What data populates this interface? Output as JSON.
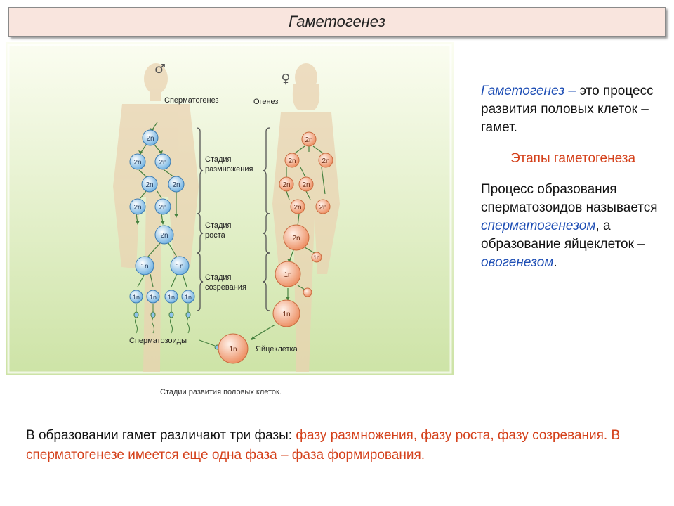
{
  "header": {
    "title": "Гаметогенез"
  },
  "figure": {
    "male_symbol": "♂",
    "female_symbol": "♀",
    "spermatogenesis_label": "Сперматогенез",
    "oogenesis_label": "Огенез",
    "stage_reproduction": [
      "Стадия",
      "размножения"
    ],
    "stage_growth": [
      "Стадия",
      "роста"
    ],
    "stage_maturation": [
      "Стадия",
      "созревания"
    ],
    "spermatozoa_label": "Сперматозоиды",
    "egg_label": "Яйцеклетка",
    "diploid": "2n",
    "haploid": "1n",
    "caption": "Стадии развития половых клеток."
  },
  "text": {
    "definition_term": "Гаметогенез –",
    "definition_rest": " это процесс развития половых клеток – гамет.",
    "stages_heading": "Этапы гаметогенеза",
    "p2_a": "Процесс образования сперматозоидов называется ",
    "p2_term1": "сперматогенезом",
    "p2_b": ", а образование яйцеклеток – ",
    "p2_term2": "овогенезом",
    "p2_c": ".",
    "bottom_a": "В образовании гамет различают три фазы: ",
    "bottom_phases": "фазу размножения, фазу роста, фазу созревания. В сперматогенезе имеется еще одна фаза – фаза формирования."
  }
}
